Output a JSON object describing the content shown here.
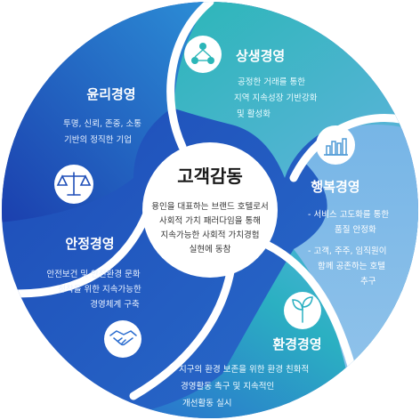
{
  "center": {
    "title": "고객감동",
    "lines": [
      "용인을 대표하는 브랜드 호텔로서",
      "사회적 가치 패러다임을 통해",
      "지속가능한 사회적 가치경험",
      "실현에 동참"
    ]
  },
  "segments": {
    "ethics": {
      "title": "윤리경영",
      "lines": [
        "투명, 신뢰, 존중, 소통",
        "기반의 정직한 기업"
      ],
      "icon": "scales-icon"
    },
    "coexist": {
      "title": "상생경영",
      "lines": [
        "공정한 거래를 통한",
        "지역 지속성장 기반강화",
        "및 활성화"
      ],
      "icon": "people-network-icon"
    },
    "happiness": {
      "title": "행복경영",
      "lines": [
        "- 서비스 고도화를 통한",
        "품질 안정화",
        "- 고객, 주주, 임직원이",
        "함께 공존하는 호텔",
        "추구"
      ],
      "icon": "bar-chart-icon"
    },
    "safety": {
      "title": "안정경영",
      "lines": [
        "안전보건 및 안전환경 문화",
        "정착을 위한 지속가능한",
        "경영체계 구축"
      ],
      "icon": "handshake-icon"
    },
    "environment": {
      "title": "환경경영",
      "lines": [
        "지구의 환경 보존을 위한 환경 친화적",
        "경영활동 촉구 및 지속적인",
        "개선활동 실시"
      ],
      "icon": "sprout-icon"
    }
  },
  "colors": {
    "deep_blue": "#1f4fb8",
    "blue": "#2a86d6",
    "teal": "#2fb8bf",
    "light_blue": "#7eb7e6",
    "white": "#ffffff"
  }
}
